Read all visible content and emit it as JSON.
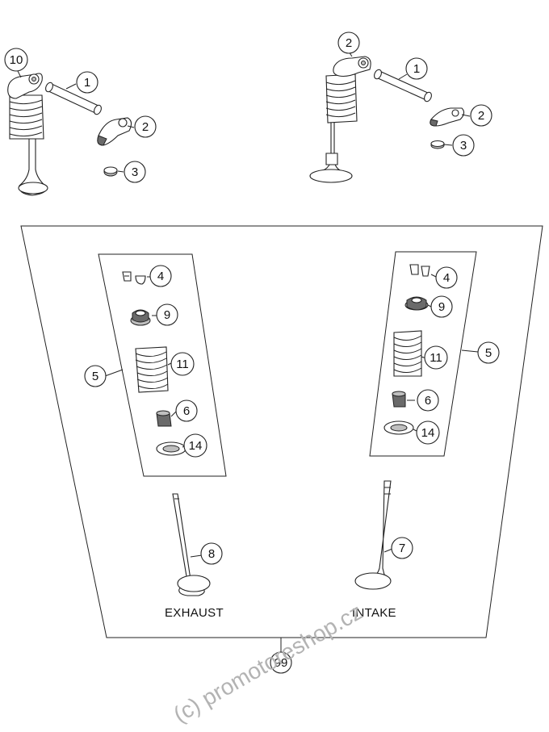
{
  "diagram": {
    "labels": {
      "exhaust": "EXHAUST",
      "intake": "INTAKE"
    },
    "callouts": {
      "c10": "10",
      "c1_left": "1",
      "c2_left": "2",
      "c3_left": "3",
      "c2_right": "2",
      "c1_right": "1",
      "c2b_right": "2",
      "c3_right": "3",
      "c4_left": "4",
      "c9_left": "9",
      "c5_left": "5",
      "c11_left": "11",
      "c6_left": "6",
      "c14_left": "14",
      "c4_right": "4",
      "c9_right": "9",
      "c5_right": "5",
      "c11_right": "11",
      "c6_right": "6",
      "c14_right": "14",
      "c8": "8",
      "c7": "7",
      "c99": "99"
    },
    "watermark": "(c) promotoreshop.cz"
  }
}
